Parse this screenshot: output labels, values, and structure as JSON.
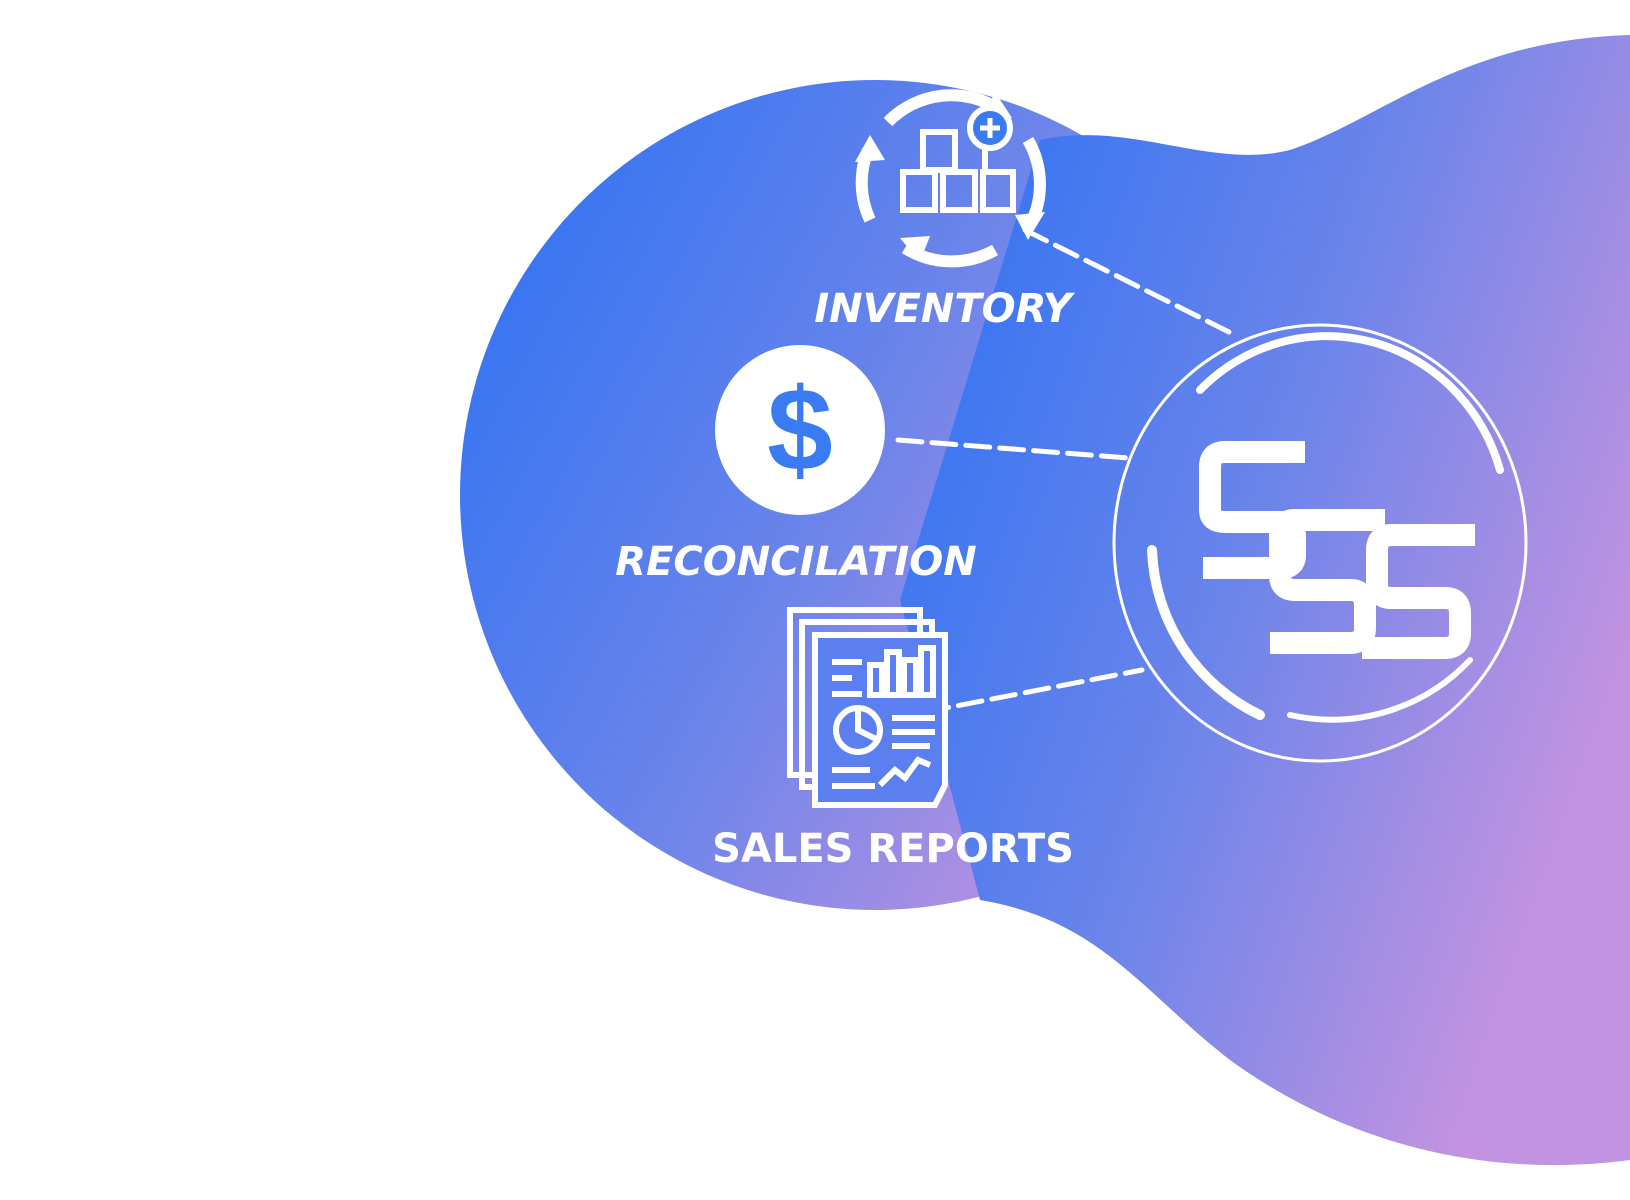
{
  "diagram": {
    "nodes": [
      {
        "id": "inventory",
        "label": "INVENTORY",
        "icon": "inventory-cycle-icon"
      },
      {
        "id": "reconciliation",
        "label": "RECONCILATION",
        "icon": "dollar-icon"
      },
      {
        "id": "sales_reports",
        "label": "SALES REPORTS",
        "icon": "report-document-icon"
      }
    ],
    "hub": {
      "logo_text": "SSS",
      "icon": "sss-logo-icon"
    },
    "edges": [
      {
        "from": "inventory",
        "to": "hub",
        "style": "dashed"
      },
      {
        "from": "reconciliation",
        "to": "hub",
        "style": "dashed"
      },
      {
        "from": "sales_reports",
        "to": "hub",
        "style": "dashed"
      }
    ]
  },
  "colors": {
    "gradient_start": "#2870f5",
    "gradient_end": "#c293e0",
    "foreground": "#ffffff",
    "icon_accent": "#3a7bf2"
  }
}
